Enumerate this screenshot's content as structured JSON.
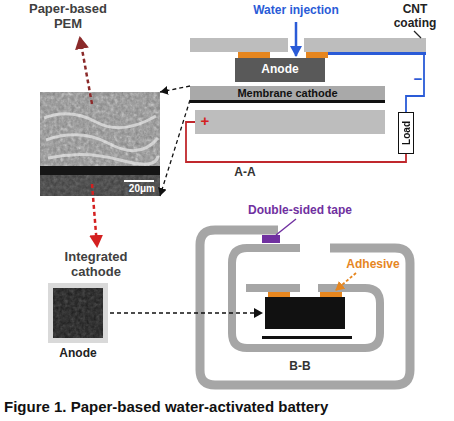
{
  "diagram": {
    "caption": "Figure 1. Paper-based water-activated battery",
    "nodes": [
      {
        "text": [
          "20μm"
        ]
      },
      {
        "text": [
          "Anode"
        ]
      },
      {
        "text": [
          "Membrane cathode"
        ]
      },
      {
        "text": [
          "Load"
        ]
      },
      {
        "text": [
          "Anode"
        ]
      }
    ],
    "edges": [
      {
        "from": 2,
        "to": 0,
        "arrow": "to"
      },
      {
        "from": 2,
        "to": 0,
        "arrow": "to"
      }
    ],
    "labels": [
      "Paper-based PEM",
      "Integrated cathode",
      "Water injection",
      "CNT coating",
      "−",
      "+",
      "A-A",
      "Double-sided tape",
      "Adhesive",
      "B-B"
    ]
  }
}
